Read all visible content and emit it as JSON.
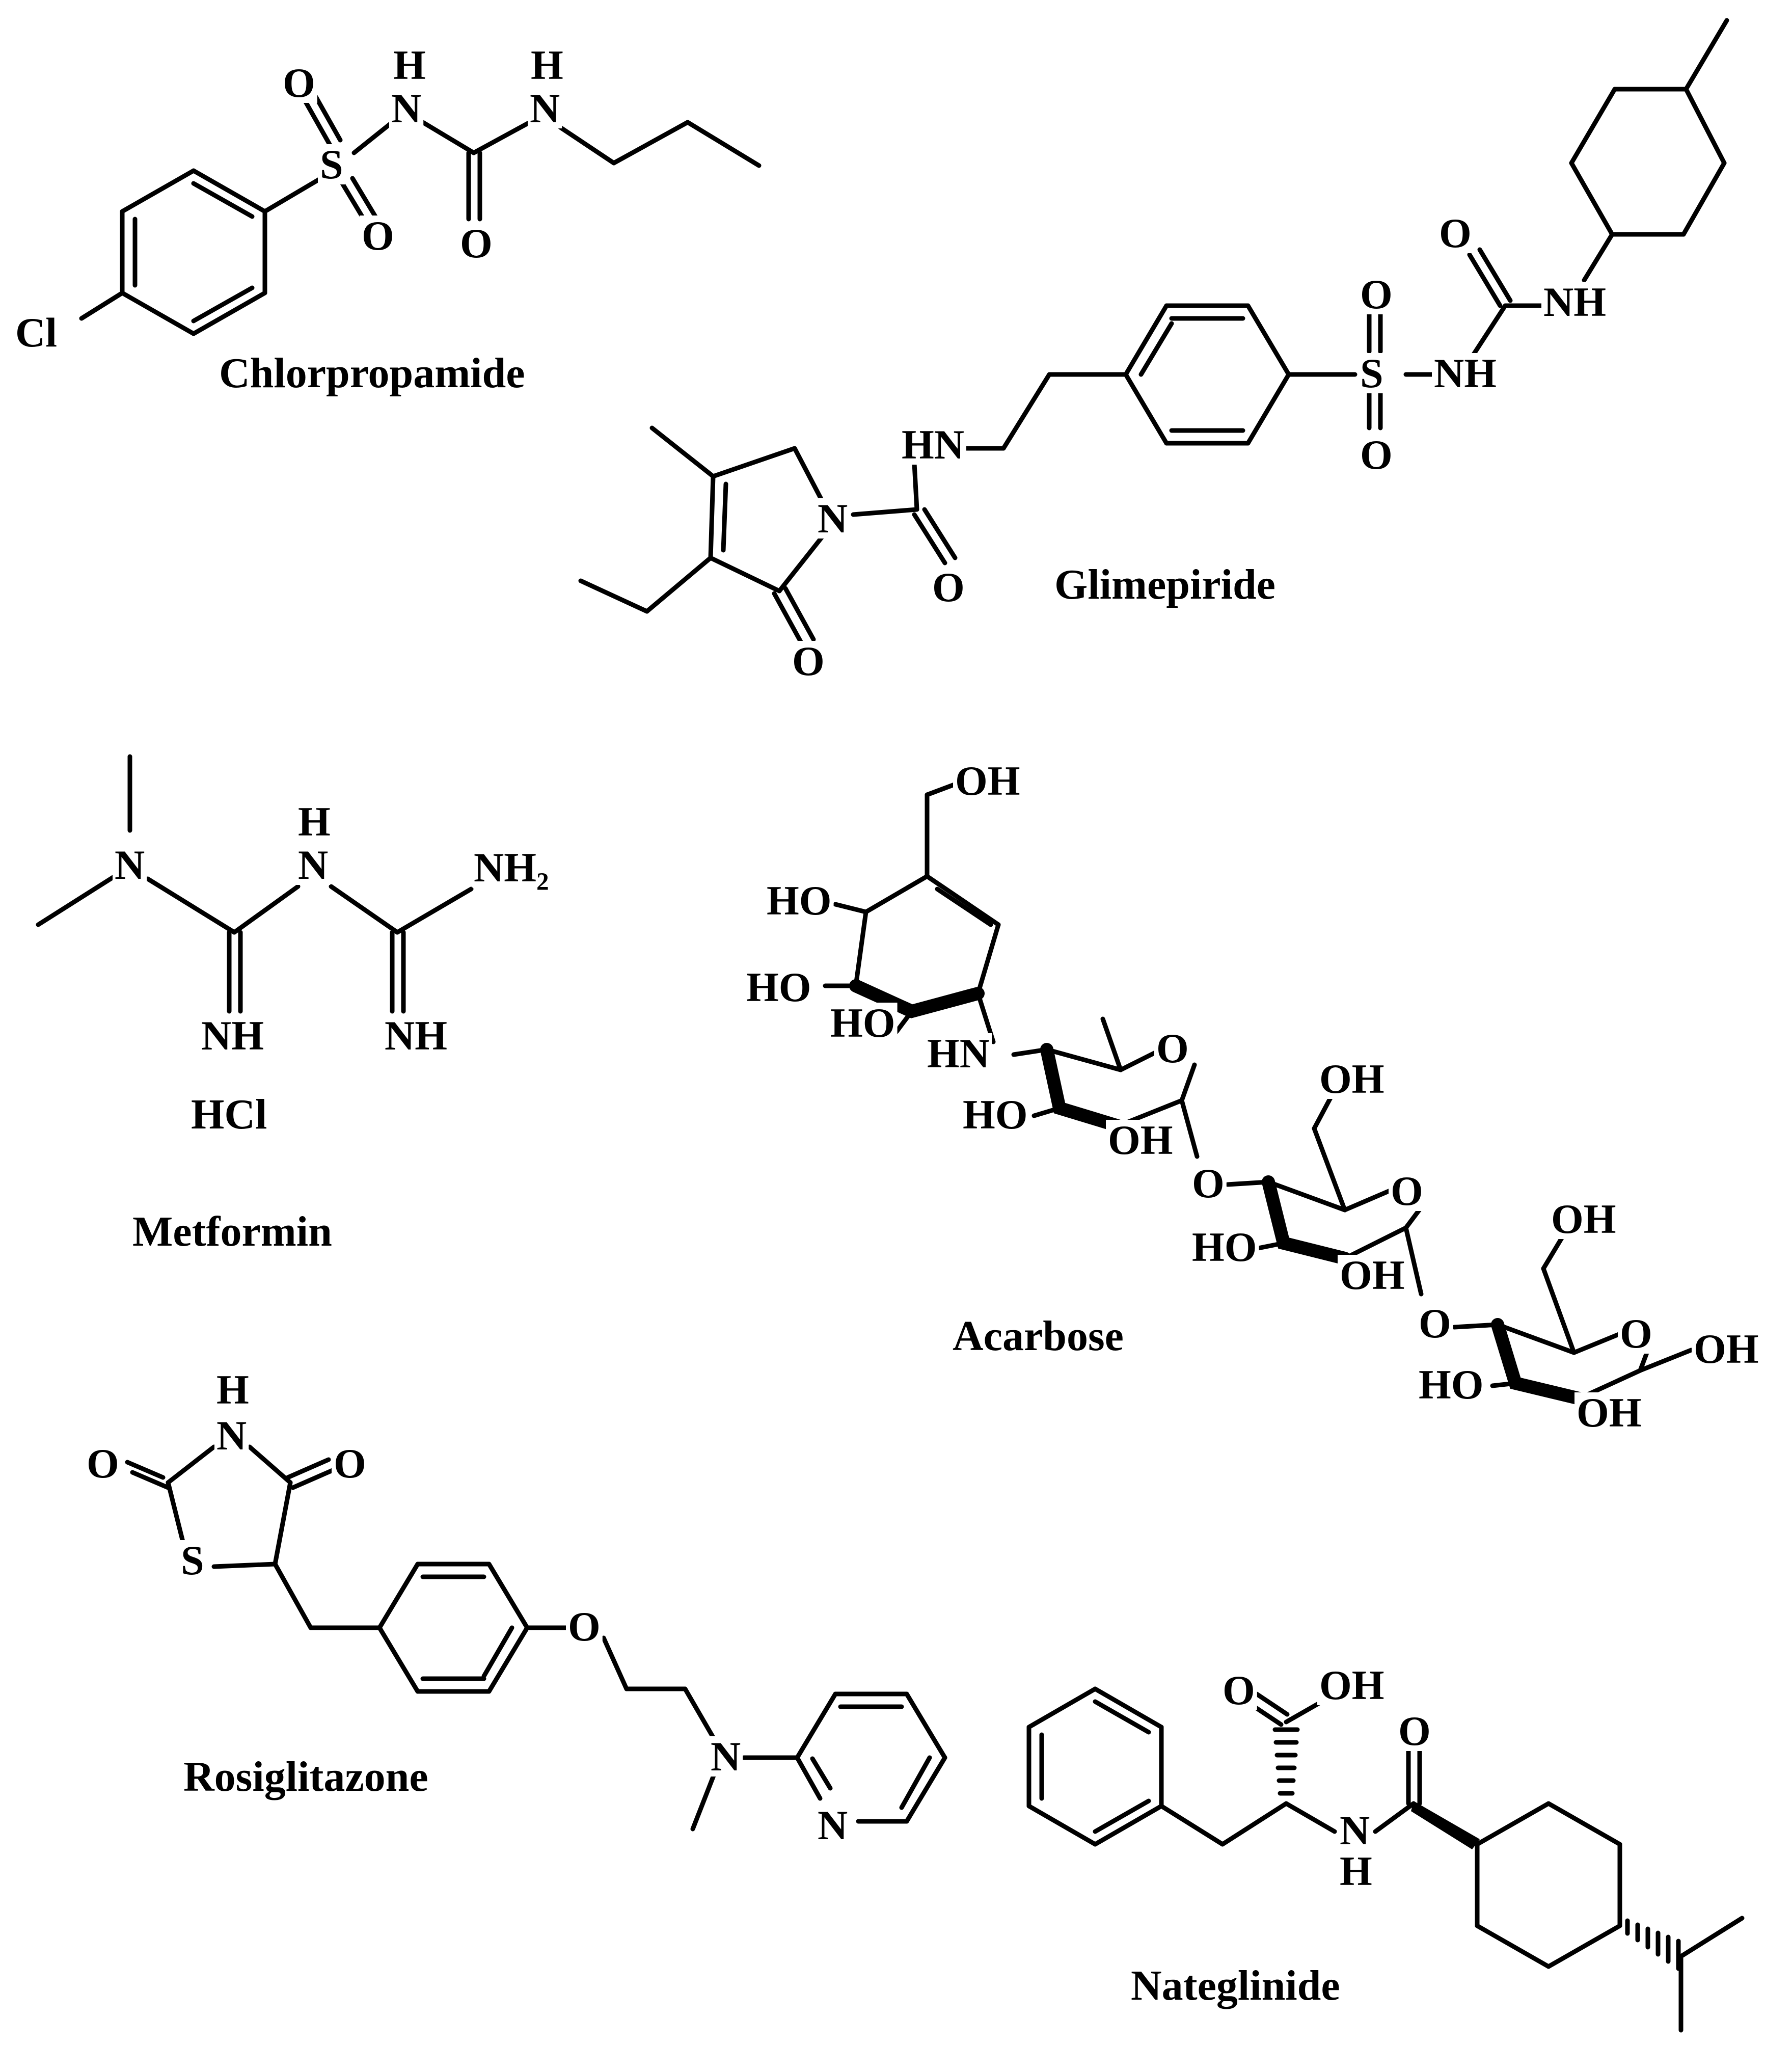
{
  "molecules": {
    "chlorpropamide": {
      "name": "Chlorpropamide",
      "atoms": {
        "o1": "O",
        "h1": "H",
        "n1": "N",
        "h2": "H",
        "n2": "N",
        "s": "S",
        "o2": "O",
        "o3": "O",
        "cl": "Cl"
      }
    },
    "glimepiride": {
      "name": "Glimepiride",
      "atoms": {
        "o1": "O",
        "nh1": "NH",
        "o2": "O",
        "s": "S",
        "nh2": "NH",
        "o3": "O",
        "hn": "HN",
        "n": "N",
        "o4": "O",
        "o5": "O"
      }
    },
    "metformin": {
      "name": "Metformin",
      "salt": "HCl",
      "atoms": {
        "n1": "N",
        "h": "H",
        "n2": "N",
        "nh2": "NH₂",
        "nh1": "NH",
        "nh3": "NH"
      }
    },
    "acarbose": {
      "name": "Acarbose",
      "atoms": {
        "oh1": "OH",
        "ho1": "HO",
        "ho2": "HO",
        "ho3": "HO",
        "hn": "HN",
        "o1": "O",
        "ho4": "HO",
        "oh2": "OH",
        "oh3": "OH",
        "o2": "O",
        "o3": "O",
        "ho5": "HO",
        "oh4": "OH",
        "oh5": "OH",
        "o4": "O",
        "o5": "O",
        "oh6": "OH",
        "ho6": "HO",
        "oh7": "OH"
      }
    },
    "rosiglitazone": {
      "name": "Rosiglitazone",
      "atoms": {
        "h": "H",
        "n1": "N",
        "o1": "O",
        "o2": "O",
        "s": "S",
        "o3": "O",
        "n2": "N",
        "n3": "N"
      }
    },
    "nateglinide": {
      "name": "Nateglinide",
      "atoms": {
        "o1": "O",
        "oh": "OH",
        "o2": "O",
        "n": "N",
        "h": "H"
      }
    }
  }
}
